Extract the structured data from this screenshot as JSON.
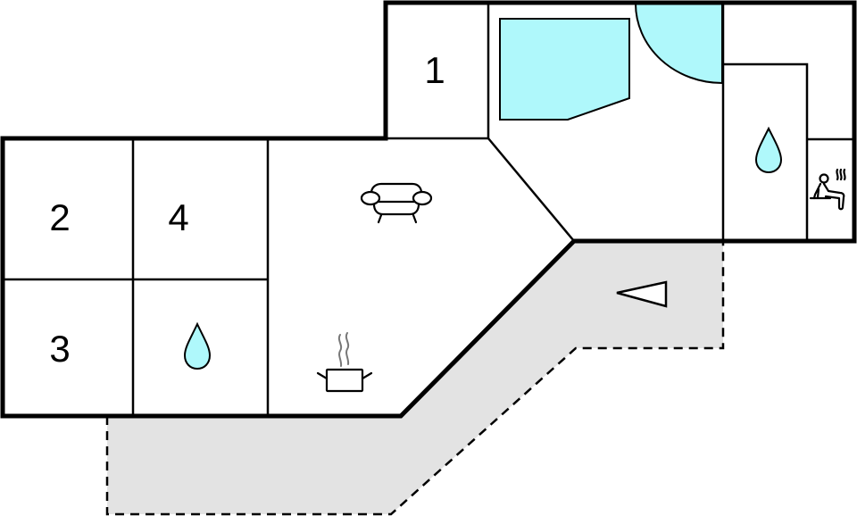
{
  "floorplan": {
    "colors": {
      "water": "#aff8fb",
      "terrace": "#e3e3e3",
      "wall": "#000000",
      "background": "#ffffff"
    },
    "rooms": [
      {
        "id": "room-1",
        "label": "1"
      },
      {
        "id": "room-2",
        "label": "2"
      },
      {
        "id": "room-3",
        "label": "3"
      },
      {
        "id": "room-4",
        "label": "4"
      }
    ],
    "icons": [
      {
        "name": "sofa-icon",
        "meaning": "living room"
      },
      {
        "name": "cooking-pot-icon",
        "meaning": "kitchen"
      },
      {
        "name": "water-drop-icon",
        "meaning": "bathroom"
      },
      {
        "name": "sauna-icon",
        "meaning": "sauna"
      },
      {
        "name": "triangle-marker-icon",
        "meaning": "entrance"
      },
      {
        "name": "pool-icon",
        "meaning": "pool / whirlpool"
      },
      {
        "name": "quarter-circle-pool-icon",
        "meaning": "corner tub"
      }
    ]
  }
}
